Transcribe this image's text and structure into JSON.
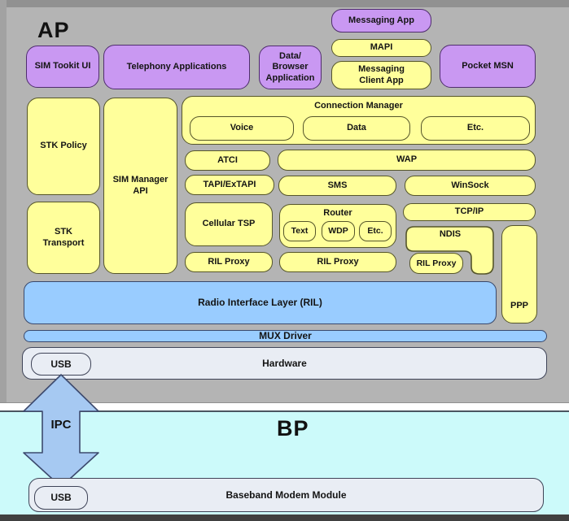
{
  "colors": {
    "ap_background": "#b4b4b4",
    "bp_background": "#ccfafa",
    "app_purple": "#c998f2",
    "component_yellow": "#ffff9b",
    "ril_blue": "#99ccff",
    "hardware_gray": "#e9edf4",
    "ipc_arrow_blue": "#a6c9f2"
  },
  "ap": {
    "title": "AP",
    "boxes": {
      "sim_toolkit_ui": "SIM Tookit UI",
      "telephony_applications": "Telephony Applications",
      "data_browser_application": "Data/\nBrowser\nApplication",
      "messaging_app": "Messaging App",
      "mapi": "MAPI",
      "messaging_client_app": "Messaging\nClient App",
      "pocket_msn": "Pocket MSN",
      "stk_policy": "STK Policy",
      "stk_transport": "STK\nTransport",
      "sim_manager_api": "SIM Manager\nAPI",
      "connection_manager": "Connection Manager",
      "cm_voice": "Voice",
      "cm_data": "Data",
      "cm_etc": "Etc.",
      "atci": "ATCI",
      "wap": "WAP",
      "tapi_extapi": "TAPI/ExTAPI",
      "sms": "SMS",
      "winsock": "WinSock",
      "cellular_tsp": "Cellular TSP",
      "router": "Router",
      "router_text": "Text",
      "router_wdp": "WDP",
      "router_etc": "Etc.",
      "tcp_ip": "TCP/IP",
      "ndis": "NDIS",
      "ril_proxy_1": "RIL Proxy",
      "ril_proxy_2": "RIL Proxy",
      "ril_proxy_3": "RIL Proxy",
      "ppp": "PPP",
      "radio_interface_layer": "Radio Interface Layer (RIL)",
      "mux_driver": "MUX Driver",
      "hardware": "Hardware",
      "usb": "USB"
    }
  },
  "ipc": {
    "label": "IPC"
  },
  "bp": {
    "title": "BP",
    "boxes": {
      "baseband_modem_module": "Baseband Modem Module",
      "usb": "USB"
    }
  }
}
